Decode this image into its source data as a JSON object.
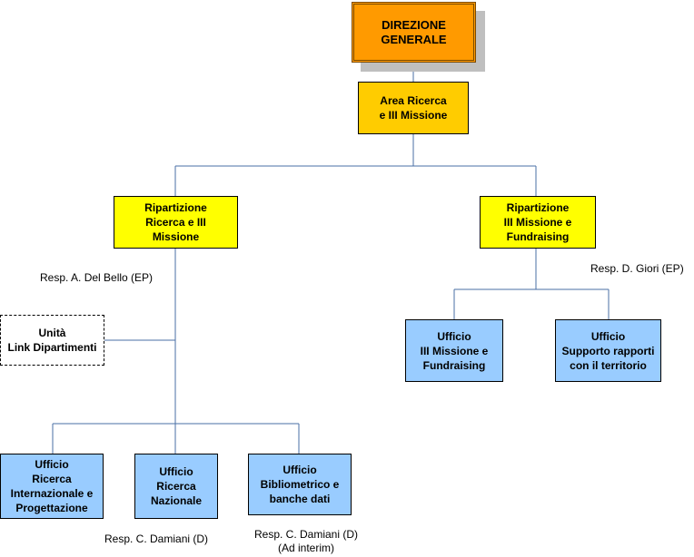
{
  "nodes": {
    "direzione": "DIREZIONE\nGENERALE",
    "area": "Area Ricerca\ne III Missione",
    "rip_ricerca": "Ripartizione\nRicerca e III\nMissione",
    "rip_missione": "Ripartizione\nIII Missione e\nFundraising",
    "unita_link": "Unità\nLink Dipartimenti",
    "uff_internazionale": "Ufficio\nRicerca\nInternazionale e\nProgettazione",
    "uff_nazionale": "Ufficio\nRicerca\nNazionale",
    "uff_bibliometrico": "Ufficio\nBibliometrico e\nbanche dati",
    "uff_fundraising": "Ufficio\nIII Missione e\nFundraising",
    "uff_territorio": "Ufficio\nSupporto rapporti\ncon il territorio"
  },
  "responsabili": {
    "rip_ricerca": "Resp. A. Del Bello (EP)",
    "rip_missione": "Resp. D. Giori (EP)",
    "uff_nazionale": "Resp. C. Damiani (D)",
    "uff_bibliometrico": "Resp. C. Damiani (D)\n(Ad interim)"
  },
  "colors": {
    "direzione": "#ff9a00",
    "area": "#ffcc00",
    "ripartizione": "#ffff00",
    "ufficio": "#99ccff",
    "connector": "#4a6fa5"
  }
}
